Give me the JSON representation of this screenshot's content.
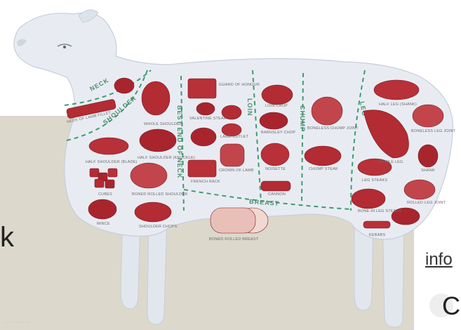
{
  "colors": {
    "background_panel": "#dcd8cc",
    "sheep_body": "#e8ecf2",
    "meat": "#b32b33",
    "fat": "#f1d9d2",
    "divider": "#3f9b72"
  },
  "sections": {
    "neck": "NECK",
    "shoulder": "SHOULDER",
    "best_end": "BEST END OF NECK",
    "loin": "LOIN",
    "chump": "CHUMP",
    "leg": "LEG",
    "breast": "BREAST"
  },
  "cuts": {
    "neck_fillet": "NECK OF LAMB FILLET",
    "whole_shoulder": "WHOLE SHOULDER",
    "half_shoulder_blade": "HALF SHOULDER (BLADE)",
    "half_shoulder_knuckle": "HALF SHOULDER (KNUCKLE)",
    "cubes": "CUBES",
    "boned_rolled_shoulder": "BONED ROLLED SHOULDER",
    "mince": "MINCE",
    "shoulder_chops": "SHOULDER CHOPS",
    "guard_of_honour": "GUARD OF HONOUR",
    "valentine_steak": "VALENTINE STEAK",
    "lamb_cutlet": "LAMB CUTLET",
    "crown_of_lamb": "CROWN OF LAMB",
    "french_rack": "FRENCH RACK",
    "loin_chop": "LOIN CHOP",
    "barnsley_chop": "BARNSLEY CHOP",
    "noisette": "NOISETTE",
    "cannon": "CANNON",
    "boneless_chump_joint": "BONELESS CHUMP JOINT",
    "chump_steak": "CHUMP STEAK",
    "half_leg_shank": "HALF LEG (SHANK)",
    "boneless_leg_joint": "BONELESS LEG JOINT",
    "whole_leg": "WHOLE LEG",
    "shank": "SHANK",
    "leg_steaks": "LEG STEAKS",
    "rolled_leg_joint": "ROLLED LEG JOINT",
    "bone_in_leg_steaks": "BONE-IN LEG STEAKS",
    "kebabs": "KEBABS",
    "boned_rolled_breast": "BONED ROLLED BREAST"
  },
  "fragments": {
    "left_text": "k",
    "right_link": "info",
    "right_letter": "C"
  },
  "caption": "· · · · ·  ·  · · ·"
}
